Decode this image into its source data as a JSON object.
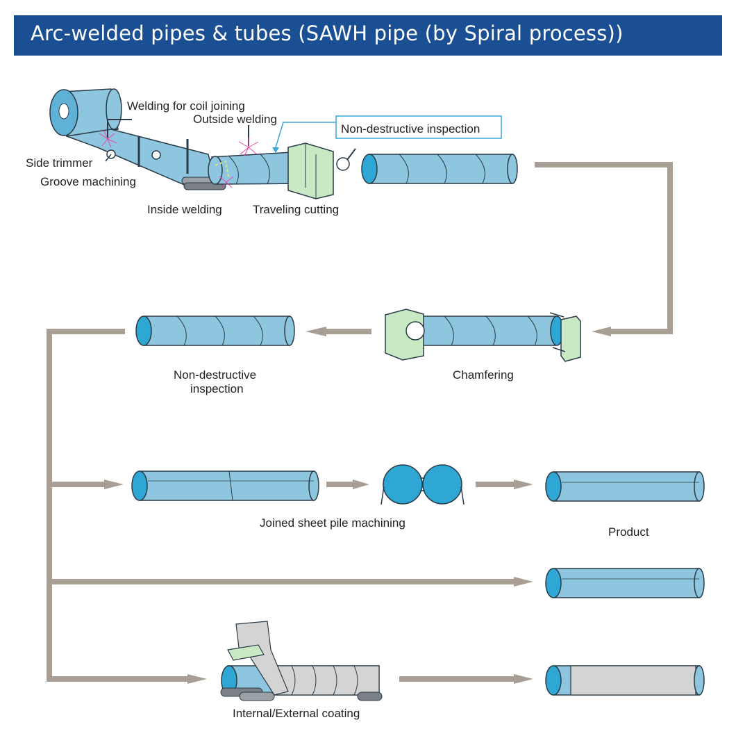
{
  "title": "Arc-welded pipes & tubes (SAWH pipe (by Spiral process))",
  "colors": {
    "title_bg": "#1b4f93",
    "title_text": "#ffffff",
    "pipe_fill": "#8ec6df",
    "pipe_end": "#2ea7d4",
    "pipe_stroke": "#2a3a46",
    "flow_line": "#a89e94",
    "machine_green": "#c9e8c4",
    "callout_border": "#3aa7d9",
    "coating_fill": "#d4d4d4"
  },
  "labels": {
    "welding_coil": "Welding for coil joining",
    "outside_welding": "Outside welding",
    "ndi_callout": "Non-destructive inspection",
    "side_trimmer": "Side trimmer",
    "groove_machining": "Groove machining",
    "inside_welding": "Inside welding",
    "traveling_cutting": "Traveling cutting",
    "ndi_line1": "Non-destructive",
    "ndi_line2": "inspection",
    "chamfering": "Chamfering",
    "joined_sheet_pile": "Joined sheet pile machining",
    "product": "Product",
    "coating": "Internal/External coating"
  }
}
